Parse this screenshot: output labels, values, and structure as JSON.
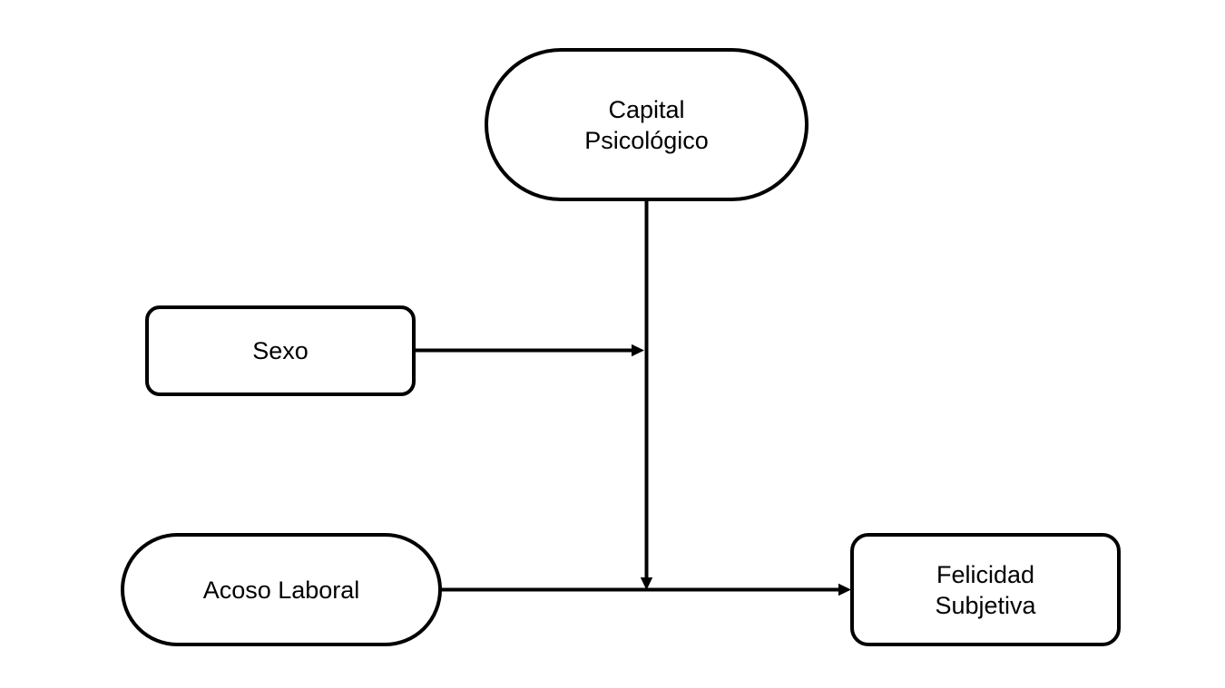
{
  "diagram": {
    "colors": {
      "background": "#ffffff",
      "stroke": "#000000",
      "text": "#000000"
    },
    "nodes": [
      {
        "id": "capital-psicologico",
        "shape": "stadium",
        "label": "Capital\nPsicológico"
      },
      {
        "id": "sexo",
        "shape": "rounded-rectangle",
        "label": "Sexo"
      },
      {
        "id": "acoso-laboral",
        "shape": "stadium",
        "label": "Acoso Laboral"
      },
      {
        "id": "felicidad-subjetiva",
        "shape": "rounded-rectangle",
        "label": "Felicidad\nSubjetiva"
      }
    ],
    "edges": [
      {
        "id": "edge-acoso-to-felicidad",
        "from": "acoso-laboral",
        "to": "felicidad-subjetiva",
        "style": "arrow"
      },
      {
        "id": "edge-capital-to-acoso-felicidad-path",
        "from": "capital-psicologico",
        "to": "edge-acoso-to-felicidad",
        "style": "arrow"
      },
      {
        "id": "edge-sexo-to-capital-path",
        "from": "sexo",
        "to": "edge-capital-to-acoso-felicidad-path",
        "style": "arrow"
      }
    ]
  }
}
